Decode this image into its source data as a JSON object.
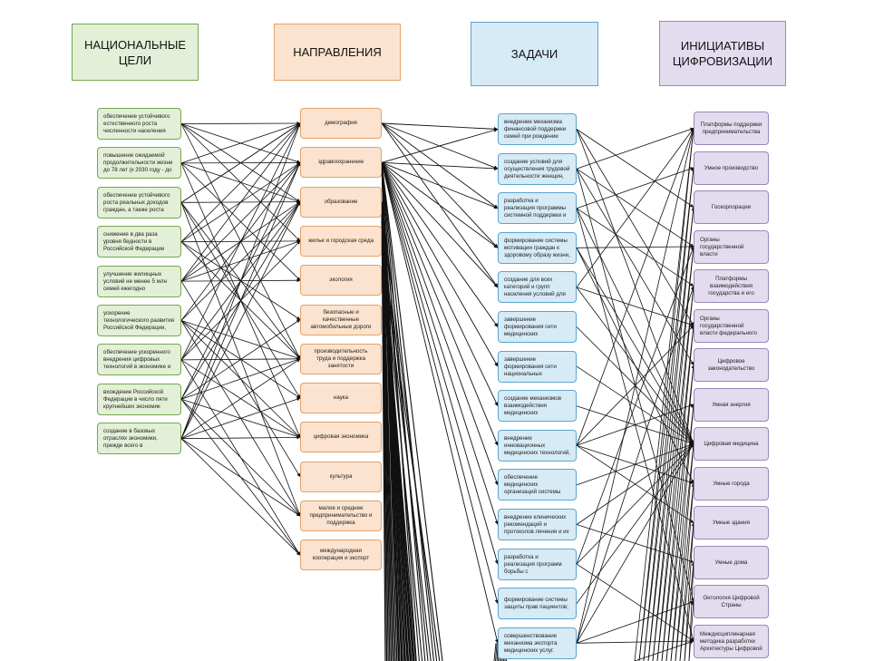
{
  "headers": {
    "goals": "НАЦИОНАЛЬНЫЕ ЦЕЛИ",
    "directions": "НАПРАВЛЕНИЯ",
    "tasks": "ЗАДАЧИ",
    "initiatives": "ИНИЦИАТИВЫ ЦИФРОВИЗАЦИИ"
  },
  "colors": {
    "goals_fill": "#e3efd6",
    "directions_fill": "#fbe3cf",
    "tasks_fill": "#d6ebf5",
    "initiatives_fill": "#e3dcee",
    "edge": "#111111"
  },
  "goals": [
    "обеспечение устойчивого естественного роста численности населения",
    "повышение ожидаемой продолжительности жизни до 78 лет (к 2030 году - до",
    "обеспечение устойчивого роста реальных доходов граждан, а также роста",
    "снижение в два раза уровня бедности в Российской Федерации",
    "улучшение жилищных условий не менее 5 млн семей ежегодно",
    "ускорение технологического развития Российской Федерации, увеличение",
    "обеспечение ускоренного внедрения цифровых технологий в экономике и",
    "вхождение Российской Федерации в число пяти крупнейших экономик",
    "создание в базовых отраслях экономики, прежде всего в"
  ],
  "directions": [
    "демография",
    "здравоохранение",
    "образование",
    "жилье и городская среда",
    "экология",
    "безопасные и качественные автомобильные дороги",
    "производительность труда и поддержка занятости",
    "наука",
    "цифровая экономика",
    "культура",
    "малое и среднее предпринимательство и поддержка",
    "международная кооперация и экспорт"
  ],
  "tasks": [
    "внедрение механизма финансовой поддержки семей при рождении",
    "создание условий для осуществления трудовой деятельности женщин,",
    "разработка и реализация программы системной поддержки и повышения",
    "формирование системы мотивации граждан к здоровому образу жизни,",
    "создание для всех категорий и групп населения условий для",
    "завершение формирования сети медицинских",
    "завершение формирования сети национальных",
    "создание механизмов взаимодействия медицинских",
    "внедрение инновационных медицинских технологий,",
    "обеспечение медицинских организаций системы",
    "внедрение клинических рекомендаций и протоколов лечения и их",
    "разработка и реализация программ борьбы с онкологическими",
    "формирование системы защиты прав пациентов;",
    "совершенствование механизма экспорта медицинских услуг."
  ],
  "initiatives": [
    "Платформы поддержки предпринимательства",
    "Умное производство",
    "Госкорпорации",
    "Органы государственной власти",
    "Платформы взаимодействия государства и его",
    "Органы государственной власти федерального уровня",
    "Цифровое законодательство",
    "Умная энергия",
    "Цифровая медицина",
    "Умные города",
    "Умные здания",
    "Умные дома",
    "Онтология Цифровой Страны",
    "Междисциплинарная методика разработки Архитектуры Цифровой"
  ]
}
